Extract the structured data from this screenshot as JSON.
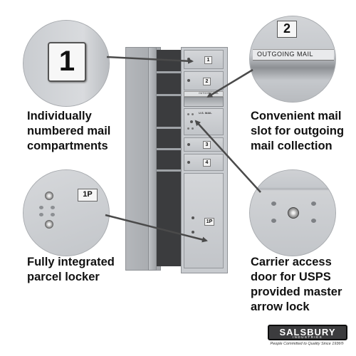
{
  "callouts": {
    "compartments": [
      "Individually",
      "numbered mail",
      "compartments"
    ],
    "mail_slot": [
      "Convenient mail",
      "slot for outgoing",
      "mail collection"
    ],
    "parcel": [
      "Fully integrated",
      "parcel locker"
    ],
    "carrier": [
      "Carrier access",
      "door for USPS",
      "provided master",
      "arrow lock"
    ]
  },
  "circle_labels": {
    "numbered_tag": "1",
    "slot_tag": "2",
    "outgoing_mail": "OUTGOING MAIL",
    "parcel_tag": "1P"
  },
  "mailbox": {
    "door_numbers": [
      "1",
      "2",
      "3",
      "4"
    ],
    "parcel_number": "1P",
    "usps_plate": "U.S. MAIL",
    "slot_plate": "OUTGOING MAIL"
  },
  "brand": {
    "name": "SALSBURY",
    "sub": "INDUSTRIES",
    "tagline": "People Committed to Quality Since 1936®"
  },
  "colors": {
    "aluminum": "#c8cbcf",
    "interior": "#3b3c3e",
    "text": "#111111",
    "logo_bg": "#3c3c3e"
  }
}
